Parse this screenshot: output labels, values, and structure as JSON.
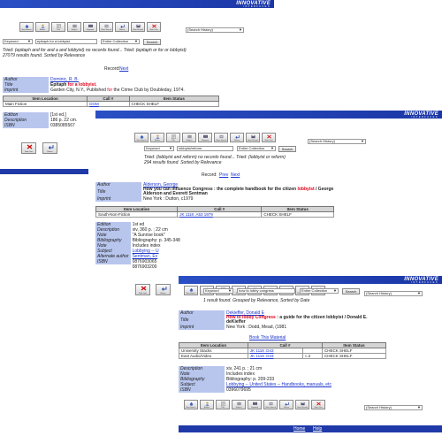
{
  "toolbar": [
    "New Search",
    "Author",
    "Title",
    "Subject",
    "Keyword",
    "Other Search",
    "Return",
    "Save Record",
    "Start Over"
  ],
  "search_history": "(Search History)",
  "p1": {
    "index": "Keyword",
    "query": "epitaph for a lobbyist",
    "scope": "Entire Collection",
    "search_btn": "Search",
    "tried": "Tried: (epitaph and for and a and lobbyist) no records found... Tried: (epitaph or for or lobbyist)",
    "found": "27079 results found. Sorted by Relevance",
    "record_label": "Record:",
    "next": "Next",
    "labels": {
      "author": "Author",
      "title": "Title",
      "imprint": "Imprint",
      "edition": "Edition",
      "description": "Description",
      "isbn": "ISBN"
    },
    "author": "Dominic, R. B.",
    "title_pre": "Epitaph ",
    "title_red": "for a lobbyist.",
    "imprint_pre": "Garden City, N.Y., Published ",
    "imprint_red": "for",
    "imprint_post": " the Crime Club by Doubleday, 1974.",
    "table_headers": [
      "Item Location",
      "Call #",
      "Item Status"
    ],
    "row": {
      "loc": "Main Fiction",
      "call": "DOM",
      "status": "CHECK SHELF"
    },
    "edition": "[1st ed.]",
    "description": "186 p. 22 cm.",
    "isbn": "0385085567"
  },
  "p2": {
    "index": "Keyword",
    "query": "lobbyist/reform",
    "scope": "Entire Collection",
    "search_btn": "Search",
    "tried": "Tried: (lobbyist and reform) no records found... Tried: (lobbyist or reform)",
    "found": "294 results found. Sorted by Relevance",
    "record_label": "Record:",
    "prev": "Prev",
    "next": "Next",
    "labels": {
      "author": "Author",
      "title": "Title",
      "imprint": "Imprint",
      "edition": "Edition",
      "description": "Description",
      "note": "Note",
      "bibliography": "Bibliography",
      "note2": "Note",
      "subject": "Subject",
      "alt_author": "Alternate author",
      "isbn": "ISBN"
    },
    "author": "Alderson, George",
    "title_pre": "How you can influence Congress : the complete handbook for the citizen ",
    "title_red": "lobbyist",
    "title_post": " / George Alderson and Everett Sentman",
    "imprint": "New York : Dutton, c1979",
    "table_headers": [
      "Item Location",
      "Call #",
      "Item Status"
    ],
    "row": {
      "loc": "South-Non-Fiction",
      "call": "JK 1118 .A53 1979",
      "status": "CHECK SHELF"
    },
    "edition": "1st ed",
    "description": "xiv, 360 p. ; 22 cm",
    "note": "\"A Sunrise book\"",
    "bibliography": "Bibliography: p. 345-348",
    "note2": "Includes index",
    "subject": "Lobbying -- U",
    "alt_author": "Sentman, Ev",
    "isbn": "0876903065",
    "isbn2": "0876903200"
  },
  "p3": {
    "index": "Keyword",
    "query": "how to lobby congress",
    "scope": "Entire Collection",
    "search_btn": "Search",
    "found": "1 result found. Grouped by Relevance, Sorted by Date",
    "labels": {
      "author": "Author",
      "title": "Title",
      "imprint": "Imprint",
      "description": "Description",
      "note": "Note",
      "bibliography": "Bibliography",
      "subject": "Subject",
      "isbn": "ISBN"
    },
    "author": "Dekieffer, Donald E",
    "title_red": "How to lobby Congress",
    "title_post": " : a guide for the citizen lobbyist / Donald E. deKieffer",
    "imprint": "New York : Dodd, Mead, (1981",
    "book_material": "Book This Material",
    "table_headers": [
      "Item Location",
      "Call #",
      "Item Status"
    ],
    "rows": [
      {
        "loc": "University Stacks",
        "call": "JK 1118 .D43",
        "copy": "",
        "status": "CHECK SHELF"
      },
      {
        "loc": "East Audio/Video",
        "call": "JK 1118 .D43",
        "copy": "c.2",
        "status": "CHECK SHELF"
      }
    ],
    "description": "xiv, 241 p. ; 21 cm",
    "note": "Includes index",
    "bibliography": "Bibliography: p. 209-233",
    "subject": "Lobbying -- United States -- Handbooks, manuals, etc",
    "isbn": "0396079695"
  },
  "footer": {
    "home": "Home",
    "help": "Help"
  },
  "small_buttons": [
    "Start Over",
    "Return"
  ],
  "logo": {
    "main": "INNOVATIVE",
    "sub": "INTERFACES"
  }
}
